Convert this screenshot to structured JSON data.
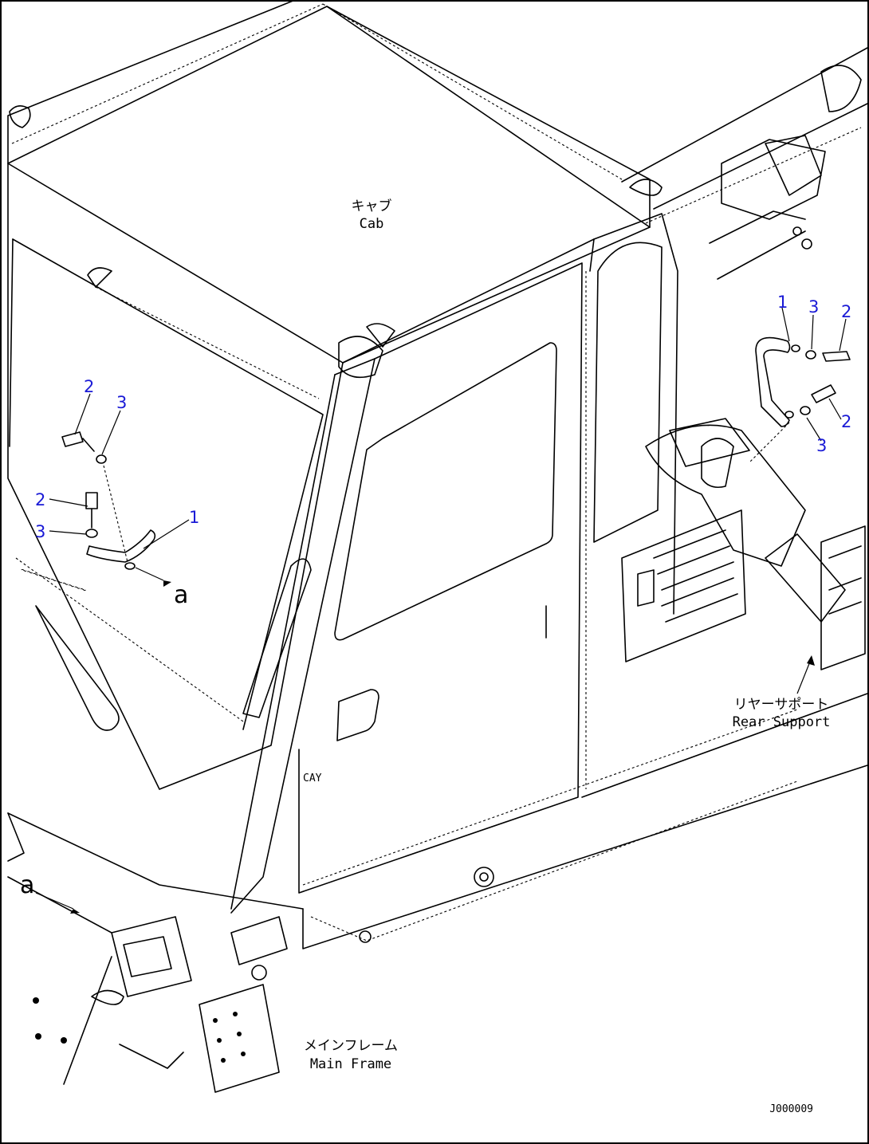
{
  "labels": {
    "cab_jp": "キャブ",
    "cab_en": "Cab",
    "rear_support_jp": "リヤーサポート",
    "rear_support_en": "Rear Support",
    "main_frame_jp": "メインフレーム",
    "main_frame_en": "Main Frame",
    "view_a": "a",
    "drawing_code": "J000009"
  },
  "callouts": {
    "left": [
      {
        "num": "2"
      },
      {
        "num": "3"
      },
      {
        "num": "2"
      },
      {
        "num": "3"
      },
      {
        "num": "1"
      }
    ],
    "right": [
      {
        "num": "1"
      },
      {
        "num": "3"
      },
      {
        "num": "2"
      },
      {
        "num": "2"
      },
      {
        "num": "3"
      }
    ]
  },
  "colors": {
    "callout": "#1a1ad6",
    "line": "#000000",
    "background": "#ffffff"
  }
}
